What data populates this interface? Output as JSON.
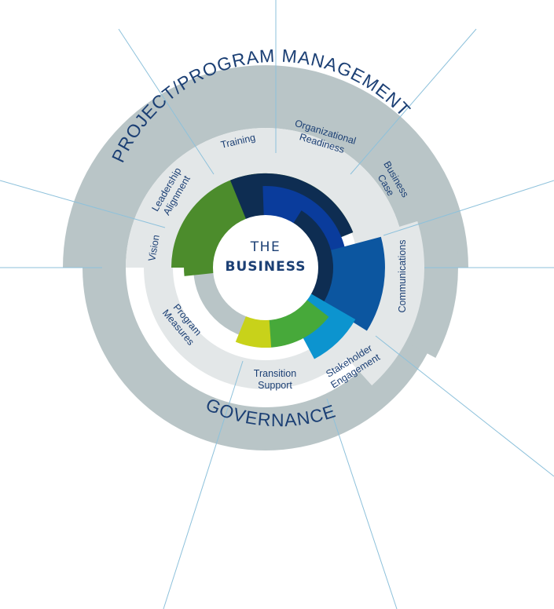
{
  "center": {
    "line1": "THE",
    "line2": "BUSINESS"
  },
  "outer_labels": {
    "top": "PROJECT/PROGRAM MANAGEMENT",
    "bottom": "GOVERNANCE"
  },
  "segments": [
    {
      "id": "vision",
      "lines": [
        "Vision"
      ]
    },
    {
      "id": "leadership",
      "lines": [
        "Leadership",
        "Alignment"
      ]
    },
    {
      "id": "training",
      "lines": [
        "Training"
      ]
    },
    {
      "id": "org-readiness",
      "lines": [
        "Organizational",
        "Readiness"
      ]
    },
    {
      "id": "business-case",
      "lines": [
        "Business",
        "Case"
      ]
    },
    {
      "id": "communications",
      "lines": [
        "Communications"
      ]
    },
    {
      "id": "stakeholder",
      "lines": [
        "Stakeholder",
        "Engagement"
      ]
    },
    {
      "id": "transition",
      "lines": [
        "Transition",
        "Support"
      ]
    },
    {
      "id": "program-measures",
      "lines": [
        "Program",
        "Measures"
      ]
    }
  ],
  "colors": {
    "outer_band": "#b9c5c7",
    "segment_band": "#e3e7e8",
    "green": "#4c8c2c",
    "navy": "#0e2d52",
    "royal_blue": "#0a3c9c",
    "mid_blue": "#0c56a0",
    "cyan": "#0c94cf",
    "light_green": "#47a93a",
    "lime": "#c8d21a",
    "line": "#8dc1db",
    "text": "#1b3f74"
  }
}
